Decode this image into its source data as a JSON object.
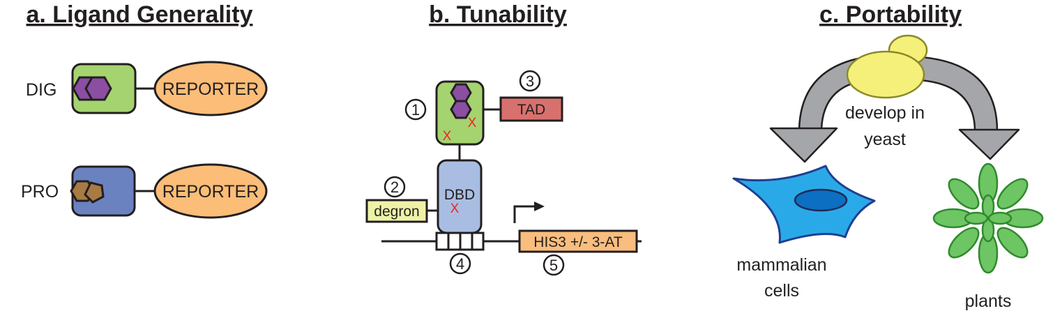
{
  "panels": {
    "a": {
      "title": "a. Ligand Generality",
      "row1_ligand": "DIG",
      "row1_reporter": "REPORTER",
      "row2_ligand": "PRO",
      "row2_reporter": "REPORTER"
    },
    "b": {
      "title": "b. Tunability",
      "n1": "1",
      "n2": "2",
      "n3": "3",
      "n4": "4",
      "n5": "5",
      "tad": "TAD",
      "dbd": "DBD",
      "degron": "degron",
      "his3": "HIS3 +/- 3-AT",
      "mut1": "X",
      "mut2": "X",
      "mut3": "X"
    },
    "c": {
      "title": "c. Portability",
      "yeast_line1": "develop in",
      "yeast_line2": "yeast",
      "mammal_line1": "mammalian",
      "mammal_line2": "cells",
      "plants": "plants"
    }
  },
  "colors": {
    "sensor_green": "#a5d36f",
    "sensor_blue": "#6b82c0",
    "reporter_orange": "#fbbd77",
    "ligand_purple": "#8b4ea3",
    "ligand_brown": "#a87a44",
    "dbd_blue": "#a9bde2",
    "tad_red": "#d8716d",
    "degron_yellow": "#eef2a6",
    "his3_orange": "#f9bd7e",
    "yeast_yellow": "#f5f07a",
    "arrow_gray": "#a4a6a9",
    "mammal_blue": "#2aa9e8",
    "nucleus_blue": "#0c6fc2",
    "plant_green": "#6dc563",
    "mutation_red": "#e8262a"
  }
}
